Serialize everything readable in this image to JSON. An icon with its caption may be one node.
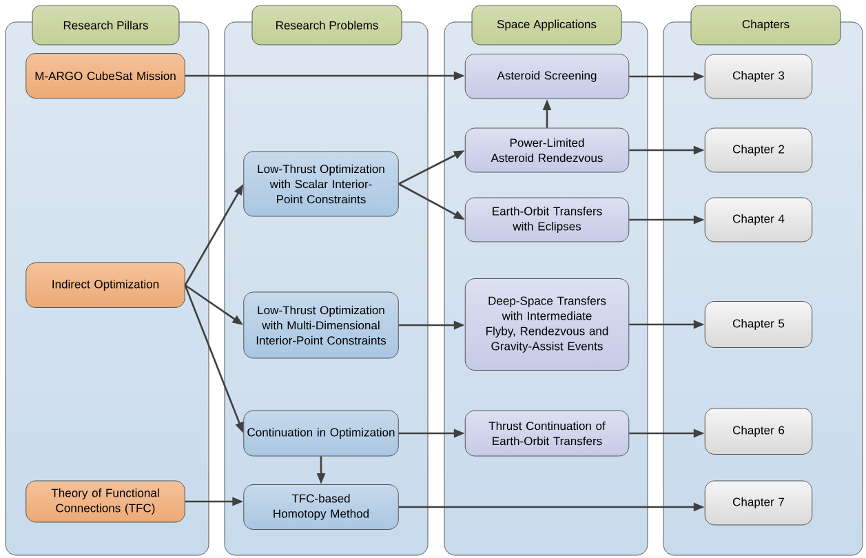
{
  "diagram": {
    "nodes": [
      {
        "text": [
          "Research Pillars"
        ]
      },
      {
        "text": [
          "Research Problems"
        ]
      },
      {
        "text": [
          "Space Applications"
        ]
      },
      {
        "text": [
          "Chapters"
        ]
      },
      {
        "text": [],
        "shape": "box"
      },
      {
        "text": [],
        "shape": "box"
      },
      {
        "text": [],
        "shape": "box"
      },
      {
        "text": [],
        "shape": "box"
      },
      {
        "text": [
          "M-ARGO CubeSat Mission"
        ],
        "in": 4
      },
      {
        "text": [
          "Indirect Optimization"
        ],
        "in": 4
      },
      {
        "text": [
          "Theory of Functional Connections (TFC)"
        ],
        "in": 4
      },
      {
        "text": [
          "Low-Thrust Optimization with Scalar Interior-Point Constraints"
        ],
        "in": 5
      },
      {
        "text": [
          "Low-Thrust Optimization with Multi-Dimensional Interior-Point Constraints"
        ],
        "in": 5
      },
      {
        "text": [
          "Continuation in Optimization"
        ],
        "in": 5
      },
      {
        "text": [
          "TFC-based Homotopy Method"
        ],
        "in": 5
      },
      {
        "text": [
          "Asteroid Screening"
        ],
        "in": 6
      },
      {
        "text": [
          "Power-Limited Asteroid Rendezvous"
        ],
        "in": 6
      },
      {
        "text": [
          "Earth-Orbit Transfers with Eclipses"
        ],
        "in": 6
      },
      {
        "text": [
          "Deep-Space Transfers with Intermediate Flyby, Rendezvous and Gravity-Assist Events"
        ],
        "in": 6
      },
      {
        "text": [
          "Thrust Continuation of Earth-Orbit Transfers"
        ],
        "in": 6
      },
      {
        "text": [
          "Chapter 3"
        ],
        "in": 7
      },
      {
        "text": [
          "Chapter 2"
        ],
        "in": 7
      },
      {
        "text": [
          "Chapter 4"
        ],
        "in": 7
      },
      {
        "text": [
          "Chapter 5"
        ],
        "in": 7
      },
      {
        "text": [
          "Chapter 6"
        ],
        "in": 7
      },
      {
        "text": [
          "Chapter 7"
        ],
        "in": 7
      }
    ],
    "edges": [
      {
        "from": 8,
        "to": 15,
        "arrow": "to"
      },
      {
        "from": 16,
        "to": 15,
        "arrow": "to"
      },
      {
        "from": 9,
        "to": 11,
        "arrow": "to"
      },
      {
        "from": 9,
        "to": 12,
        "arrow": "to"
      },
      {
        "from": 9,
        "to": 13,
        "arrow": "to"
      },
      {
        "from": 10,
        "to": 14,
        "arrow": "to"
      },
      {
        "from": 13,
        "to": 14,
        "arrow": "to"
      },
      {
        "from": 11,
        "to": 16,
        "arrow": "to"
      },
      {
        "from": 11,
        "to": 17,
        "arrow": "to"
      },
      {
        "from": 12,
        "to": 18,
        "arrow": "to"
      },
      {
        "from": 13,
        "to": 19,
        "arrow": "to"
      },
      {
        "from": 14,
        "to": 25,
        "arrow": "to"
      },
      {
        "from": 15,
        "to": 20,
        "arrow": "to"
      },
      {
        "from": 16,
        "to": 21,
        "arrow": "to"
      },
      {
        "from": 17,
        "to": 22,
        "arrow": "to"
      },
      {
        "from": 18,
        "to": 23,
        "arrow": "to"
      },
      {
        "from": 19,
        "to": 24,
        "arrow": "to"
      }
    ]
  }
}
